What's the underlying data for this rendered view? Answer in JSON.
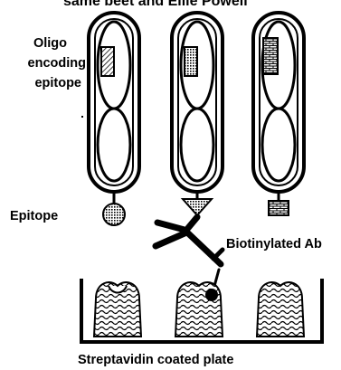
{
  "header_fragment": "same beet and Ellie Powell",
  "labels": {
    "oligo_line1": "Oligo",
    "oligo_line2": "encoding",
    "oligo_line3": "epitope",
    "epitope": "Epitope",
    "biotinylated_ab": "Biotinylated  Ab",
    "plate": "Streptavidin  coated  plate"
  },
  "colors": {
    "ink": "#000000",
    "background": "#ffffff"
  }
}
